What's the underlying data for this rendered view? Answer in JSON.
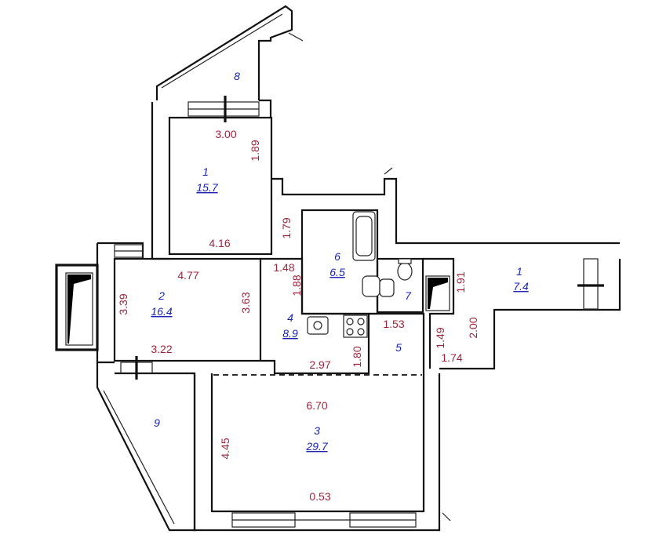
{
  "colors": {
    "wall": "#111111",
    "dimension": "#a3233c",
    "label": "#1a24b3"
  },
  "rooms": [
    {
      "id": "r1a",
      "number": "1",
      "area": "15.7"
    },
    {
      "id": "r1b",
      "number": "1",
      "area": "7.4"
    },
    {
      "id": "r2",
      "number": "2",
      "area": "16.4"
    },
    {
      "id": "r3",
      "number": "3",
      "area": "29.7"
    },
    {
      "id": "r4",
      "number": "4",
      "area": "8.9"
    },
    {
      "id": "r5",
      "number": "5",
      "area": ""
    },
    {
      "id": "r6",
      "number": "6",
      "area": "6.5"
    },
    {
      "id": "r7",
      "number": "7",
      "area": ""
    },
    {
      "id": "r8",
      "number": "8",
      "area": ""
    },
    {
      "id": "r9",
      "number": "9",
      "area": ""
    }
  ],
  "dimensions": [
    "3.00",
    "1.89",
    "4.16",
    "1.79",
    "4.77",
    "1.48",
    "1.88",
    "3.39",
    "3.63",
    "3.22",
    "2.97",
    "1.80",
    "1.53",
    "1.49",
    "1.74",
    "1.91",
    "2.00",
    "6.70",
    "4.45",
    "0.53"
  ]
}
